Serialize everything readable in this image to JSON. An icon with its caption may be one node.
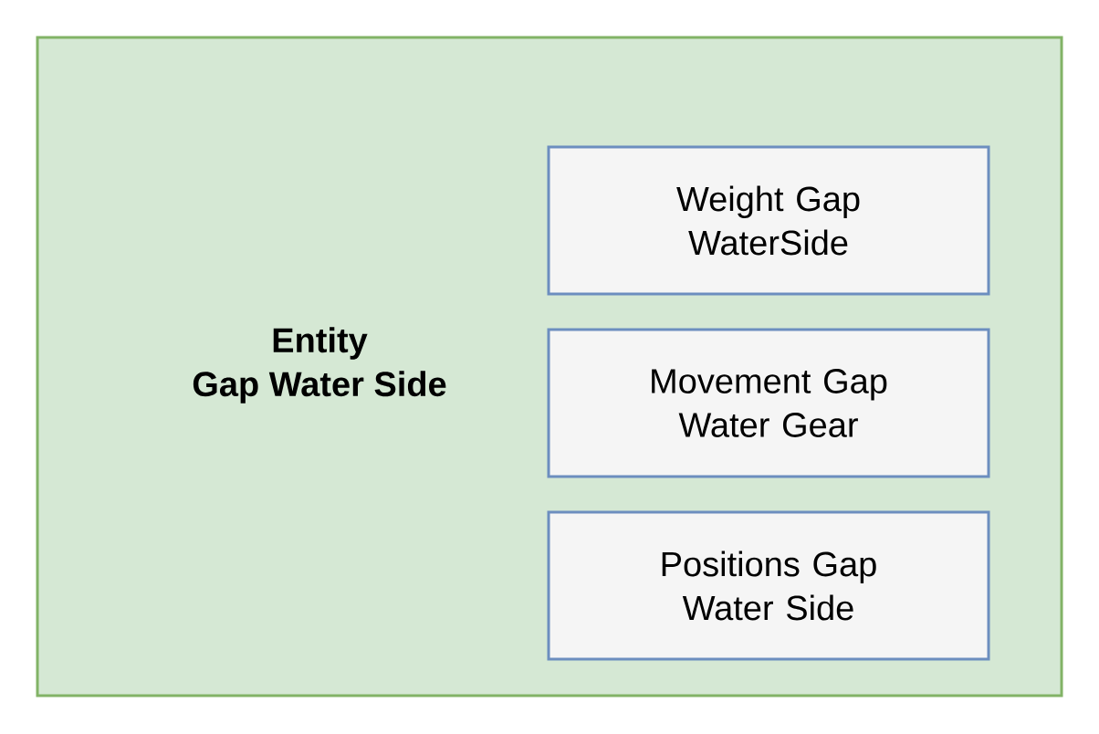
{
  "diagram": {
    "nodes": [
      {
        "text": [
          "Entity",
          "Gap Water Side"
        ]
      },
      {
        "text": [
          "Weight Gap WaterSide"
        ],
        "in": 0
      },
      {
        "text": [
          "Movement Gap Water Gear"
        ],
        "in": 0
      },
      {
        "text": [
          "Positions Gap Water Side"
        ],
        "in": 0
      }
    ]
  }
}
